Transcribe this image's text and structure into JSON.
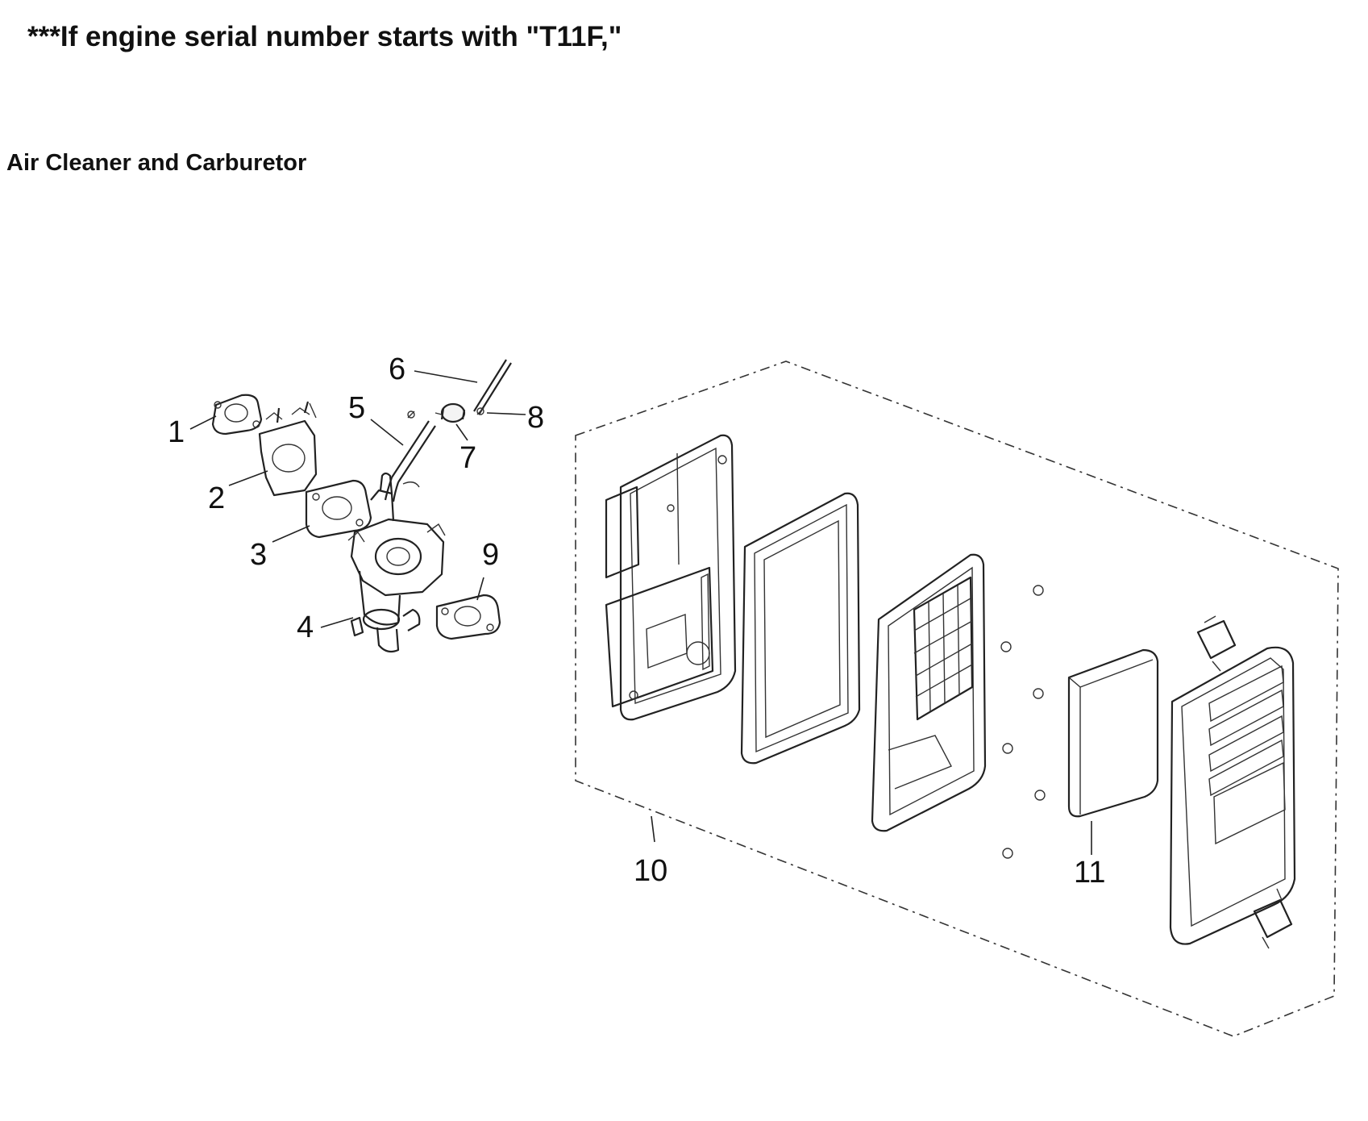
{
  "header": {
    "notice": "***If engine serial number starts with \"T11F,\"",
    "section_title": "Air Cleaner and Carburetor"
  },
  "callouts": {
    "c1": "1",
    "c2": "2",
    "c3": "3",
    "c4": "4",
    "c5": "5",
    "c6": "6",
    "c7": "7",
    "c8": "8",
    "c9": "9",
    "c10": "10",
    "c11": "11"
  }
}
